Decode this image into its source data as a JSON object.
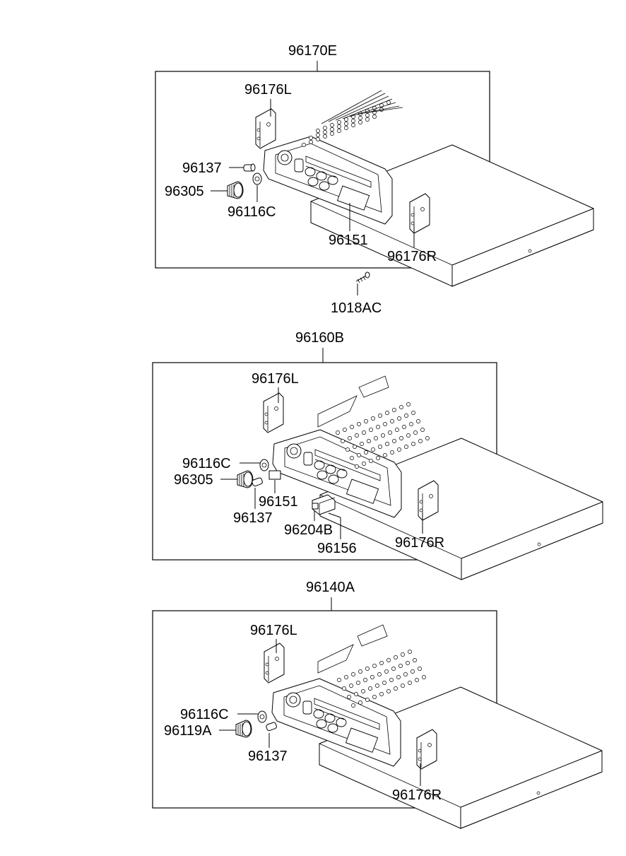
{
  "groups": [
    {
      "assembly": "96170E",
      "parts": {
        "bracket_left": "96176L",
        "bracket_right": "96176R",
        "pin": "96137",
        "knob": "96305",
        "washer": "96116C",
        "cover": "96151"
      }
    },
    {
      "assembly": "96160B",
      "parts": {
        "bracket_left": "96176L",
        "bracket_right": "96176R",
        "washer": "96116C",
        "knob": "96305",
        "cover": "96151",
        "pin": "96137",
        "connector_a": "96204B",
        "connector_b": "96156"
      }
    },
    {
      "assembly": "96140A",
      "parts": {
        "bracket_left": "96176L",
        "bracket_right": "96176R",
        "washer": "96116C",
        "knob": "96119A",
        "pin": "96137"
      }
    }
  ],
  "screw": "1018AC"
}
